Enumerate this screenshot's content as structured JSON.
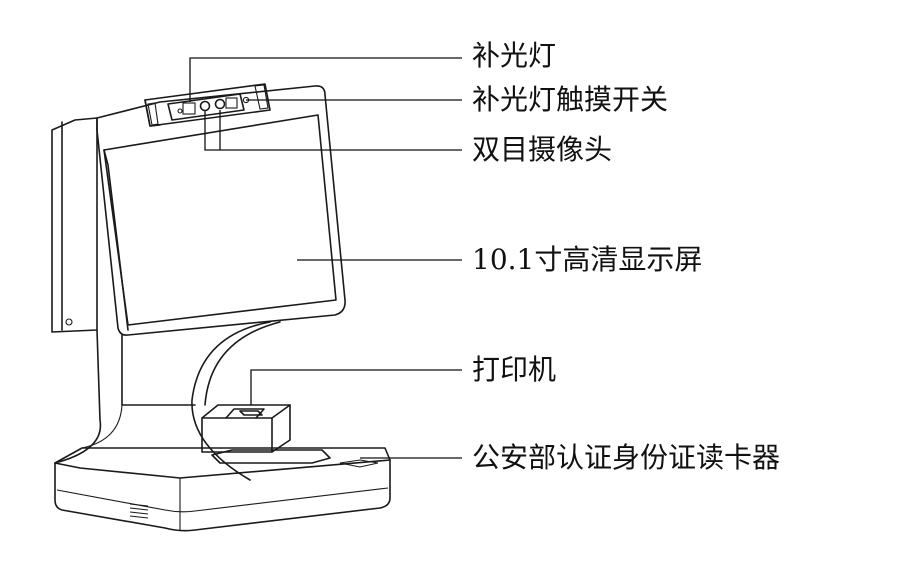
{
  "diagram": {
    "callouts": [
      {
        "id": "fill-light",
        "text": "补光灯"
      },
      {
        "id": "fill-light-switch",
        "text": "补光灯触摸开关"
      },
      {
        "id": "binocular-camera",
        "text": "双目摄像头"
      },
      {
        "id": "display",
        "text": "10.1寸高清显示屏"
      },
      {
        "id": "printer",
        "text": "打印机"
      },
      {
        "id": "id-card-reader",
        "text": "公安部认证身份证读卡器"
      }
    ]
  }
}
